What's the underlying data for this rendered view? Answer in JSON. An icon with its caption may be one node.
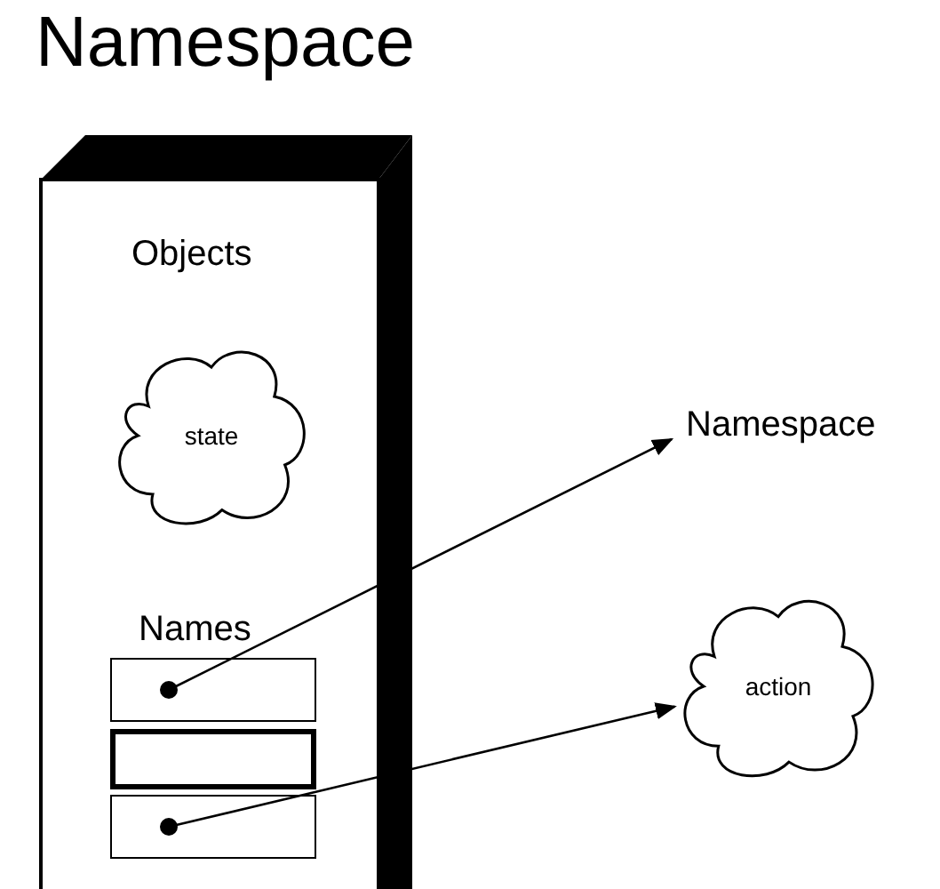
{
  "diagram": {
    "title": "Namespace",
    "nodes": [
      {
        "text": [
          "Objects",
          "Names"
        ]
      },
      {
        "text": [
          "state"
        ],
        "in": 0
      },
      {
        "text": [],
        "shape": "box",
        "in": 0
      },
      {
        "text": [],
        "shape": "box",
        "in": 0
      },
      {
        "text": [],
        "shape": "box",
        "in": 0
      },
      {
        "text": [
          "Namespace"
        ]
      },
      {
        "text": [
          "action"
        ]
      }
    ],
    "edges": [
      {
        "from": 2,
        "to": 5,
        "arrow": "to"
      },
      {
        "from": 4,
        "to": 6,
        "arrow": "to"
      }
    ]
  }
}
